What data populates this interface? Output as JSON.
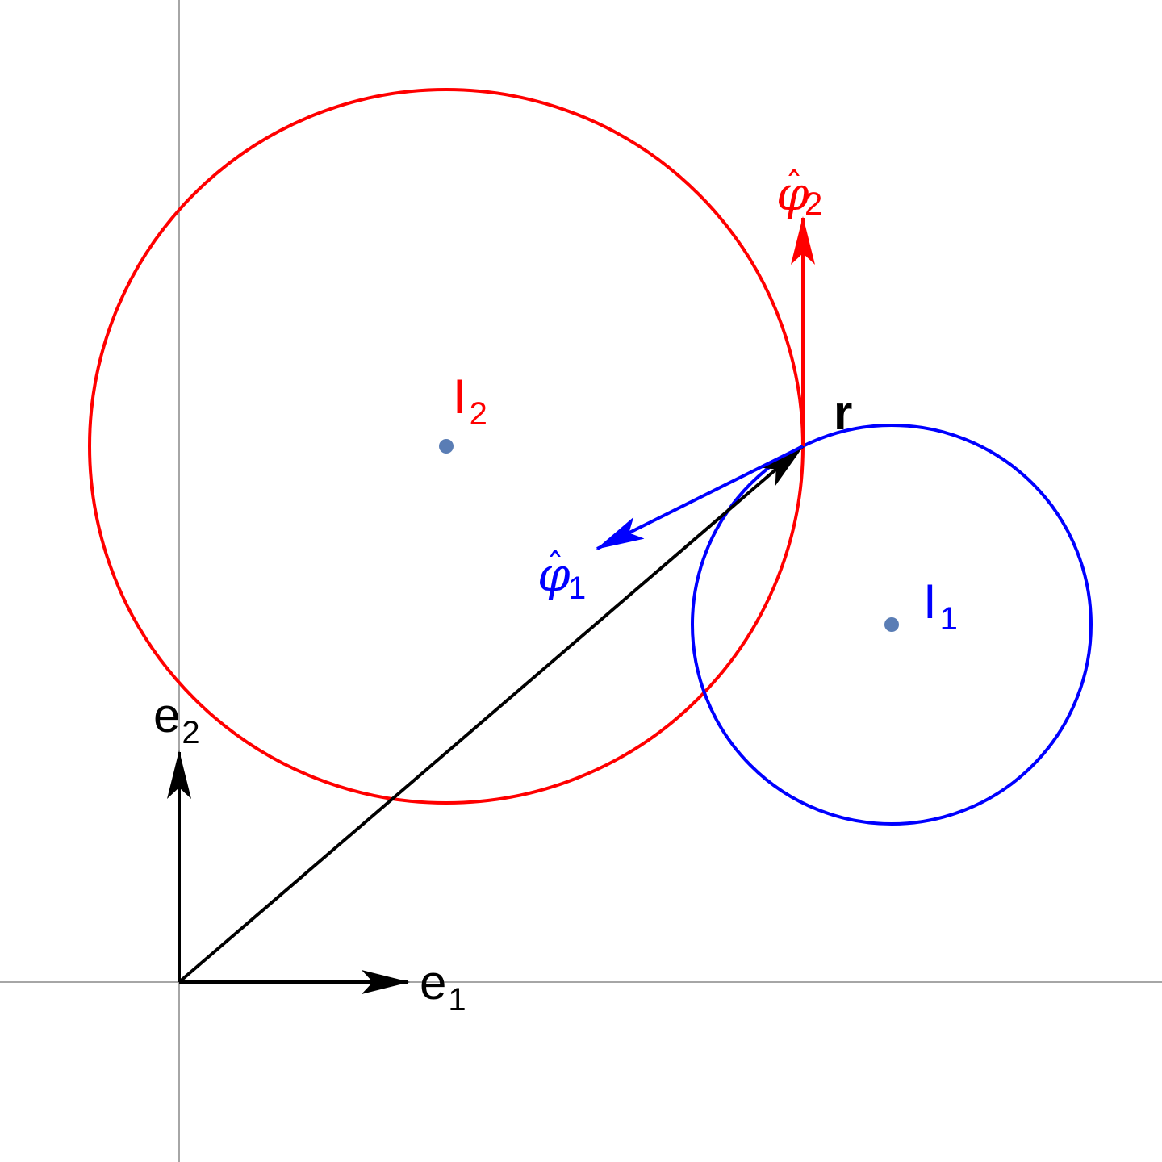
{
  "colors": {
    "red": "#ff0000",
    "blue": "#0000ff",
    "black": "#000000",
    "axis": "#888888",
    "center_dot": "#5a7db5"
  },
  "labels": {
    "e1": {
      "main": "e",
      "sub": "1"
    },
    "e2": {
      "main": "e",
      "sub": "2"
    },
    "r": "r",
    "I1": {
      "main": "I",
      "sub": "1"
    },
    "I2": {
      "main": "I",
      "sub": "2"
    },
    "phi1": {
      "main": "φ",
      "hat": "ˆ",
      "sub": "1"
    },
    "phi2": {
      "main": "φ",
      "hat": "ˆ",
      "sub": "2"
    }
  }
}
